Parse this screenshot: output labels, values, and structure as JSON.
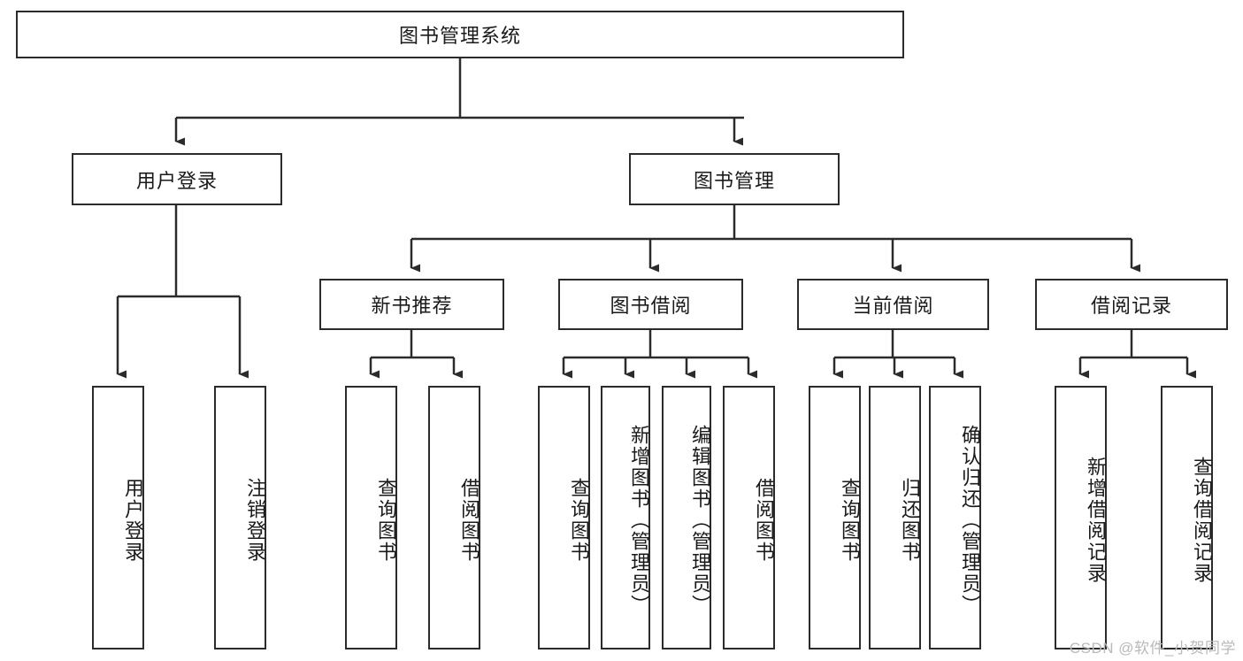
{
  "diagram": {
    "title": "图书管理系统",
    "type": "tree",
    "root": {
      "label": "图书管理系统"
    },
    "level2": [
      {
        "label": "用户登录"
      },
      {
        "label": "图书管理"
      }
    ],
    "level3": [
      {
        "label": "新书推荐"
      },
      {
        "label": "图书借阅"
      },
      {
        "label": "当前借阅"
      },
      {
        "label": "借阅记录"
      }
    ],
    "leaves": {
      "user_login": [
        {
          "label": "用户登录"
        },
        {
          "label": "注销登录"
        }
      ],
      "new_book_recommend": [
        {
          "label": "查询图书"
        },
        {
          "label": "借阅图书"
        }
      ],
      "book_borrow": [
        {
          "label": "查询图书"
        },
        {
          "label": "新增图书（管理员）"
        },
        {
          "label": "编辑图书（管理员）"
        },
        {
          "label": "借阅图书"
        }
      ],
      "current_borrow": [
        {
          "label": "查询图书"
        },
        {
          "label": "归还图书"
        },
        {
          "label": "确认归还（管理员）"
        }
      ],
      "borrow_record": [
        {
          "label": "新增借阅记录"
        },
        {
          "label": "查询借阅记录"
        }
      ]
    }
  },
  "watermark": {
    "text": "CSDN @软件_小贺同学"
  },
  "colors": {
    "box_border": "#2b2b2b",
    "box_fill": "#ffffff",
    "edge": "#2b2b2b",
    "text": "#1a1a1a",
    "watermark": "#b9b9b9"
  }
}
